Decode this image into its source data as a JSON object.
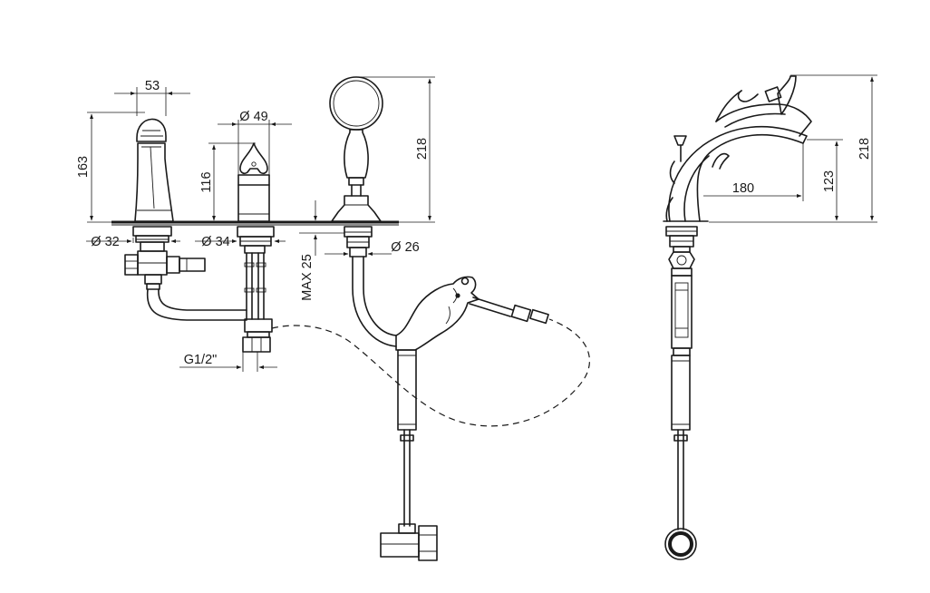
{
  "dimensions": {
    "d53": "53",
    "d163": "163",
    "d49": "Ø 49",
    "d116": "116",
    "d218_left": "218",
    "d32": "Ø 32",
    "d34": "Ø 34",
    "d26": "Ø 26",
    "max25": "MAX 25",
    "g12": "G1/2\"",
    "d180": "180",
    "d123": "123",
    "d218_right": "218"
  },
  "colors": {
    "line": "#1a1a1a",
    "background": "#ffffff"
  }
}
